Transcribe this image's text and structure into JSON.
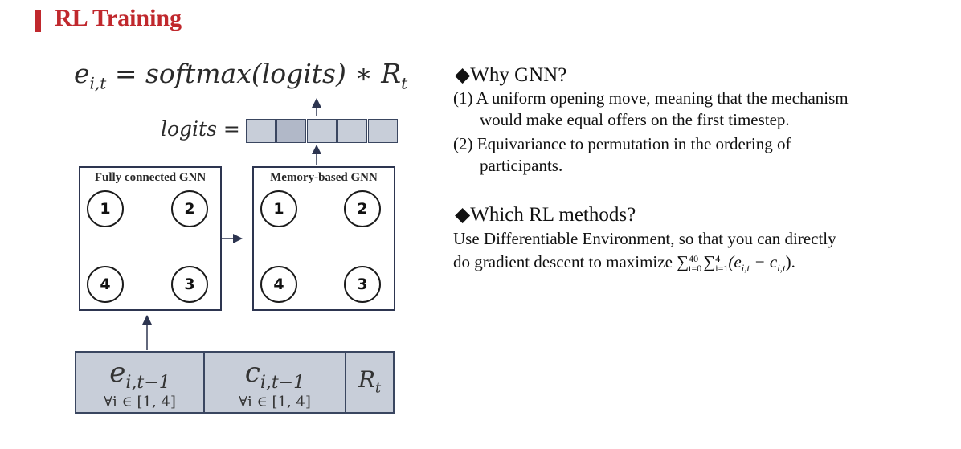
{
  "header": {
    "title": "RL Training"
  },
  "diagram": {
    "output_formula": "e",
    "formula_text": "= softmax(logits) ∗ R",
    "formula_sub": "i,t",
    "formula_sub2": "t",
    "logits_label": "logits =",
    "logit_cells": [
      {
        "color": "#c8ced9"
      },
      {
        "color": "#b1b8c8"
      },
      {
        "color": "#c8ced9"
      },
      {
        "color": "#c8ced9"
      },
      {
        "color": "#c8ced9"
      }
    ],
    "gnn_left": {
      "title": "Fully connected GNN",
      "nodes": [
        "1",
        "2",
        "4",
        "3"
      ]
    },
    "gnn_right": {
      "title": "Memory-based GNN",
      "nodes": [
        "1",
        "2",
        "4",
        "3"
      ]
    },
    "inputs": [
      {
        "main": "e",
        "sub": "i,t−1",
        "cond": "∀i ∈ [1, 4]"
      },
      {
        "main": "c",
        "sub": "i,t−1",
        "cond": "∀i ∈ [1, 4]"
      },
      {
        "main": "R",
        "sub": "t",
        "cond": ""
      }
    ]
  },
  "right_panel": {
    "why_heading": "◆Why GNN?",
    "why_items": [
      {
        "lead": "(1) A uniform opening move, meaning that the mechanism",
        "cont": "would make equal offers on the first timestep."
      },
      {
        "lead": "(2) Equivariance to permutation in the ordering of",
        "cont": "participants."
      }
    ],
    "which_heading": "◆Which RL methods?",
    "which_line1": "Use Differentiable Environment, so that you can directly",
    "which_line2": "do gradient descent to maximize ∑",
    "sum1_sup": "40",
    "sum1_sub": "t=0",
    "sum2": "∑",
    "sum2_sup": "4",
    "sum2_sub": "i=1",
    "sum_expr": "(e",
    "sum_expr_sub1": "i,t",
    "sum_minus": " − c",
    "sum_expr_sub2": "i,t",
    "sum_end": ")."
  }
}
